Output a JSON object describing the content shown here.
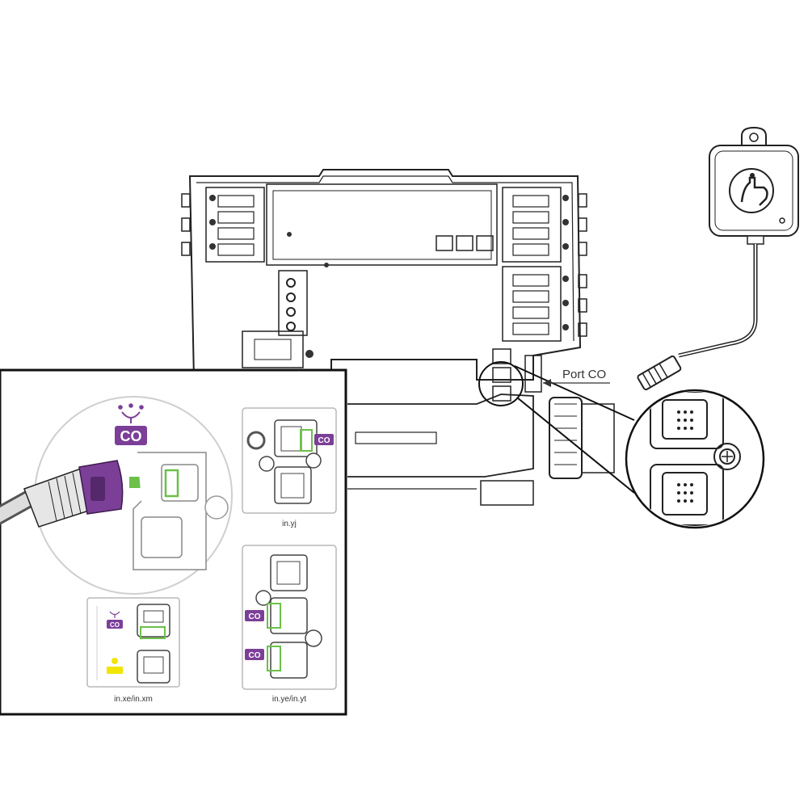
{
  "callout": {
    "port_label": "Port CO"
  },
  "badges": {
    "co": "CO"
  },
  "captions": {
    "yj": "in.yj",
    "xe_xm": "in.xe/in.xm",
    "ye_yt": "in.ye/in.yt"
  },
  "colors": {
    "purple": "#7b3f98",
    "green": "#6cc04a",
    "yellow": "#f2e500",
    "line": "#222222",
    "inset_border": "#111111",
    "panel_border": "#b8b8b8"
  },
  "icons": [
    "wifi-connector-icon",
    "touchpad-icon",
    "screw-icon",
    "arrow-icon",
    "light-bulb-icon"
  ]
}
